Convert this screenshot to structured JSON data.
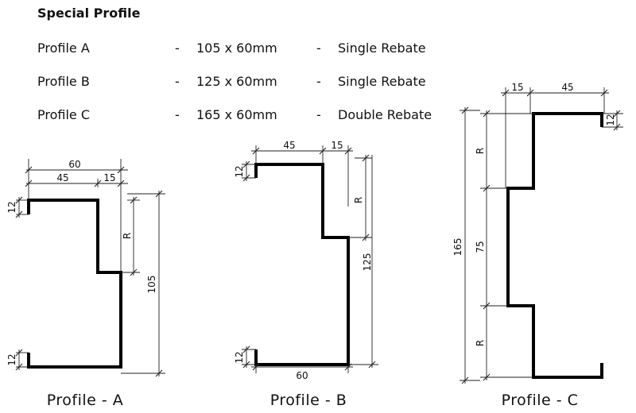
{
  "title": "Special Profile",
  "specs": [
    {
      "name": "Profile A",
      "dash1": "-",
      "size": "105 x 60mm",
      "dash2": "-",
      "type": "Single Rebate"
    },
    {
      "name": "Profile B",
      "dash1": "-",
      "size": "125 x 60mm",
      "dash2": "-",
      "type": "Single Rebate"
    },
    {
      "name": "Profile C",
      "dash1": "-",
      "size": "165 x 60mm",
      "dash2": "-",
      "type": "Double Rebate"
    }
  ],
  "profile_a": {
    "caption": "Profile - A",
    "dims": {
      "width": "60",
      "flange": "45",
      "rebate_w": "15",
      "lip_top": "12",
      "lip_bottom": "12",
      "rebate": "R",
      "height": "105"
    }
  },
  "profile_b": {
    "caption": "Profile - B",
    "dims": {
      "flange": "45",
      "rebate_w": "15",
      "lip_top": "12",
      "lip_bottom": "12",
      "rebate": "R",
      "height": "125",
      "width": "60"
    }
  },
  "profile_c": {
    "caption": "Profile - C",
    "dims": {
      "rebate_w": "15",
      "flange": "45",
      "lip": "12",
      "rebate_top": "R",
      "middle": "75",
      "rebate_bottom": "R",
      "height": "165"
    }
  }
}
